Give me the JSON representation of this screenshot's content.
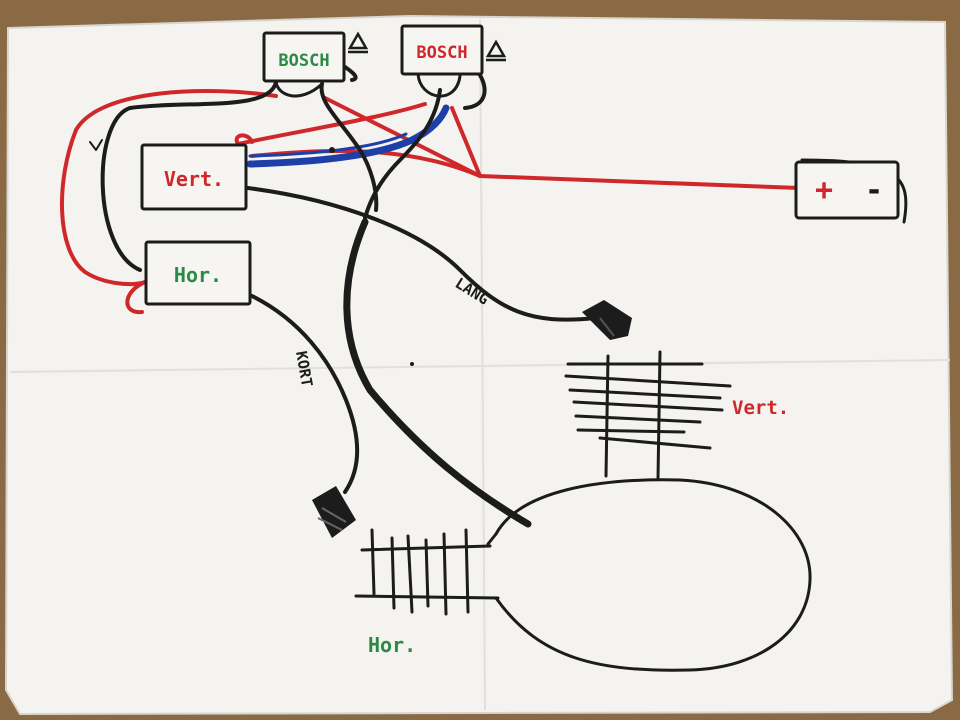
{
  "labels": {
    "relay_left": "BOSCH",
    "relay_right": "BOSCH",
    "switch_vert": "Vert.",
    "switch_hor": "Hor.",
    "battery_plus": "+",
    "battery_minus": "-",
    "cable_long": "LANG",
    "cable_short": "KORT",
    "valve_vert": "Vert.",
    "valve_hor": "Hor."
  },
  "colors": {
    "paper": "#f4f3ef",
    "ink_black": "#1c1c1c",
    "ink_red": "#d0282a",
    "ink_blue": "#1f3fa8",
    "ink_green": "#2c8a47",
    "background": "#8a6a45"
  }
}
